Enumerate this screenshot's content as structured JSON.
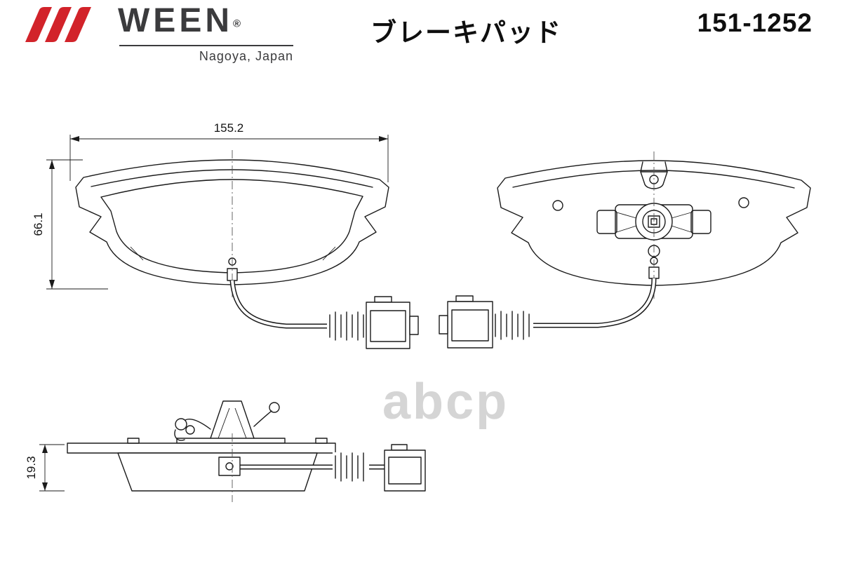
{
  "header": {
    "brand": "WEEN",
    "registered": "®",
    "origin": "Nagoya, Japan",
    "title_jp": "ブレーキパッド",
    "part_number": "151-1252"
  },
  "drawing": {
    "dim_width": "155.2",
    "dim_height": "66.1",
    "dim_thickness": "19.3"
  },
  "watermark": {
    "text": "abcp"
  },
  "colors": {
    "brand_red": "#d2232a",
    "line": "#1b1b1b",
    "watermark_gray": "#d5d5d5"
  }
}
